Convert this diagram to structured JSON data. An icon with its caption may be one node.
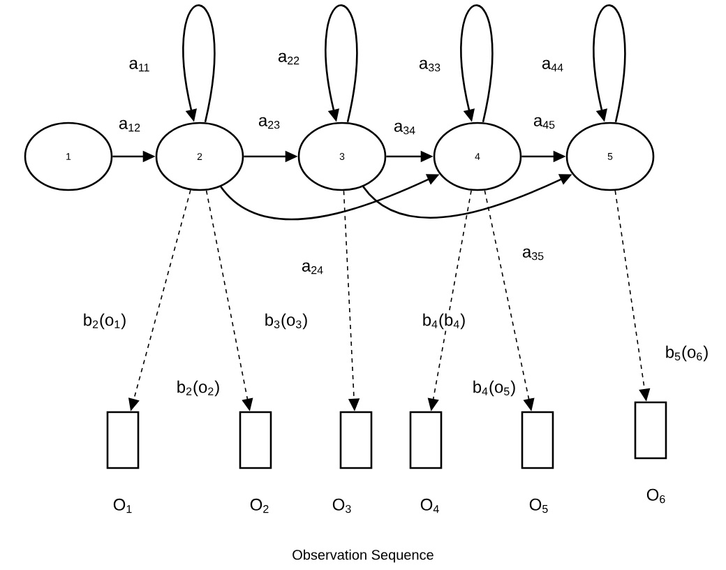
{
  "diagram": {
    "caption": "Observation Sequence",
    "nodes": [
      {
        "text": [
          "1"
        ]
      },
      {
        "text": [
          "2"
        ]
      },
      {
        "text": [
          "3"
        ]
      },
      {
        "text": [
          "4"
        ]
      },
      {
        "text": [
          "5"
        ]
      },
      {
        "text": [],
        "shape": "box",
        "beside": [
          "O$_{1}$"
        ]
      },
      {
        "text": [],
        "shape": "box",
        "beside": [
          "O$_{2}$"
        ]
      },
      {
        "text": [],
        "shape": "box",
        "beside": [
          "O$_{3}$"
        ]
      },
      {
        "text": [],
        "shape": "box",
        "beside": [
          "O$_{4}$"
        ]
      },
      {
        "text": [],
        "shape": "box",
        "beside": [
          "O$_{5}$"
        ]
      },
      {
        "text": [],
        "shape": "box",
        "beside": [
          "O$_{6}$"
        ]
      }
    ],
    "edges": [
      {
        "from": 0,
        "to": 1,
        "arrow": "to",
        "label": "a$_{12}$"
      },
      {
        "from": 1,
        "to": 2,
        "arrow": "to",
        "label": "a$_{23}$"
      },
      {
        "from": 2,
        "to": 3,
        "arrow": "to",
        "label": "a$_{34}$"
      },
      {
        "from": 3,
        "to": 4,
        "arrow": "to",
        "label": "a$_{45}$"
      },
      {
        "from": 1,
        "to": 1,
        "arrow": "to",
        "label": "a$_{11}$"
      },
      {
        "from": 2,
        "to": 2,
        "arrow": "to",
        "label": "a$_{22}$"
      },
      {
        "from": 3,
        "to": 3,
        "arrow": "to",
        "label": "a$_{33}$"
      },
      {
        "from": 4,
        "to": 4,
        "arrow": "to",
        "label": "a$_{44}$"
      },
      {
        "from": 1,
        "to": 3,
        "arrow": "to",
        "label": "a$_{24}$"
      },
      {
        "from": 2,
        "to": 4,
        "arrow": "to",
        "label": "a$_{35}$"
      },
      {
        "from": 1,
        "to": 5,
        "arrow": "to",
        "style": "dashed",
        "label": "b$_{2}$(o$_{1}$)"
      },
      {
        "from": 1,
        "to": 6,
        "arrow": "to",
        "style": "dashed",
        "label": "b$_{3}$(o$_{3}$)"
      },
      {
        "from": 2,
        "to": 7,
        "arrow": "to",
        "style": "dashed"
      },
      {
        "from": 3,
        "to": 8,
        "arrow": "to",
        "style": "dashed",
        "label": "b$_{4}$(b$_{4}$)"
      },
      {
        "from": 3,
        "to": 9,
        "arrow": "to",
        "style": "dashed",
        "label": "b$_{4}$(o$_{5}$)"
      },
      {
        "from": 4,
        "to": 10,
        "arrow": "to",
        "style": "dashed",
        "label": "b$_{5}$(o$_{6}$)"
      }
    ],
    "labels": [
      "b$_{2}$(o$_{2}$)"
    ]
  }
}
